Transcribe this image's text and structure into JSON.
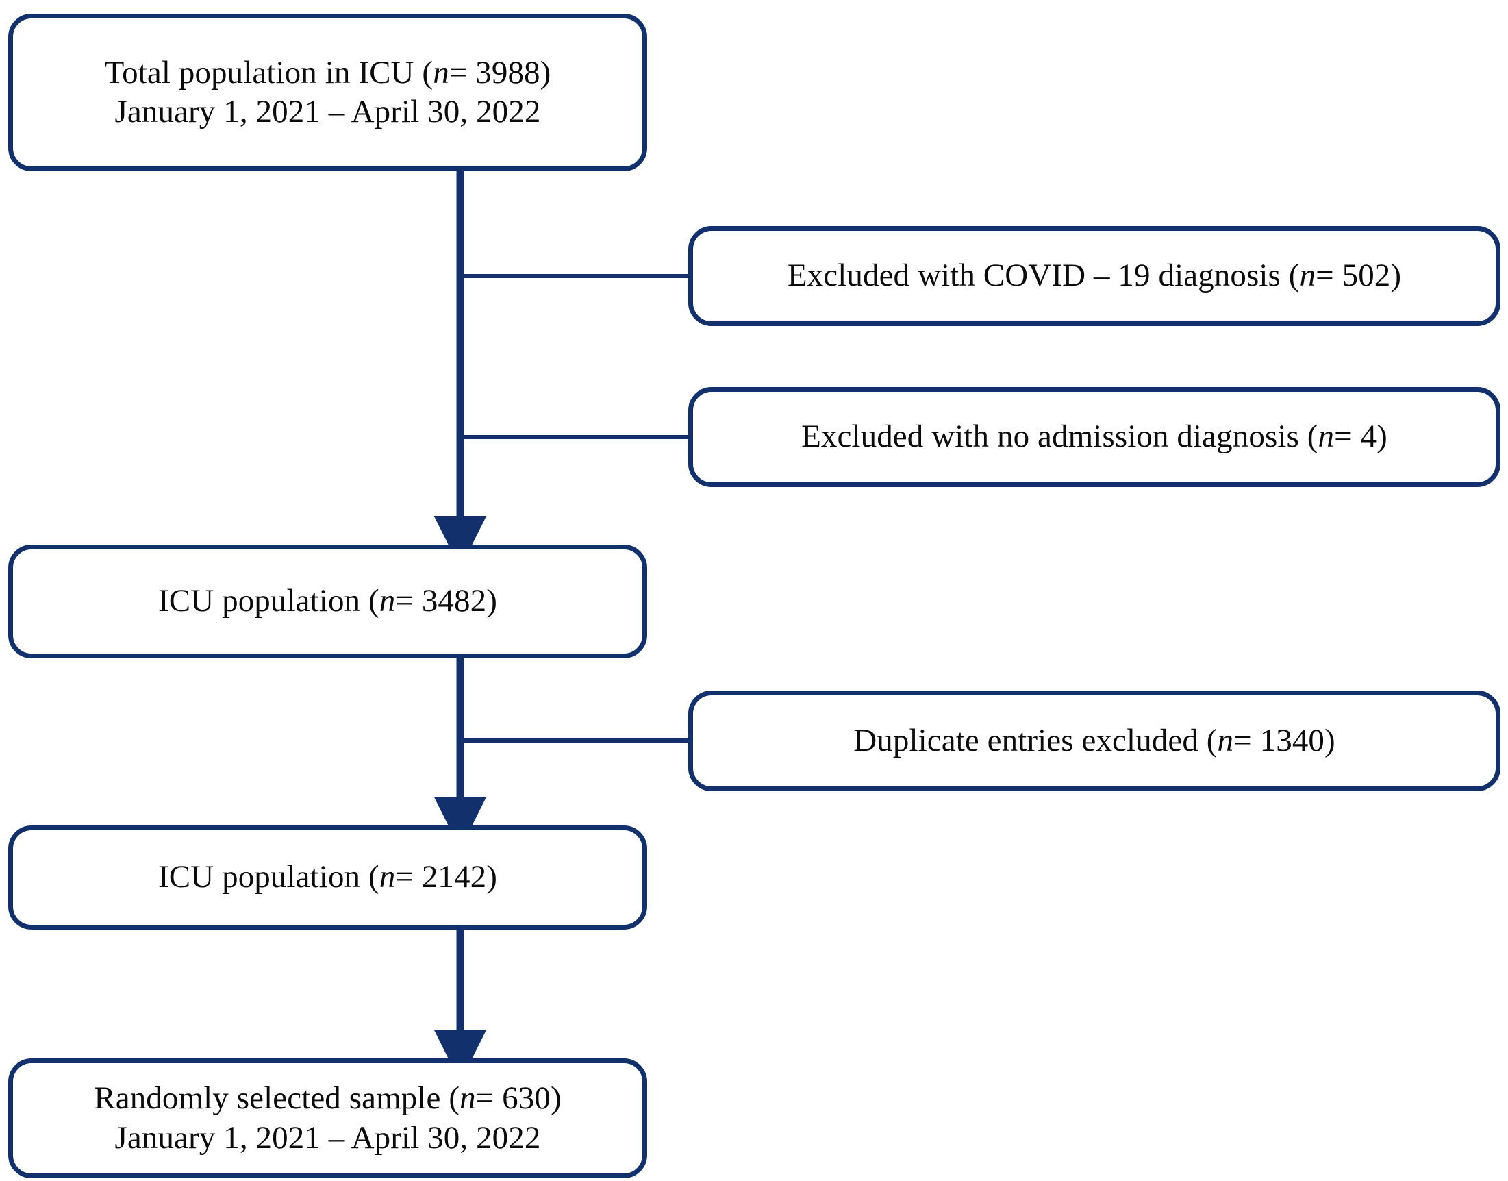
{
  "diagram": {
    "title": "ICU study population selection flowchart",
    "type": "flowchart",
    "colors": {
      "border": "#12306b",
      "connector": "#12306b",
      "box_fill": "#ffffff",
      "text": "#0b0b0b",
      "background": "#ffffff"
    },
    "nodes": {
      "total_population": {
        "line1": "Total population in ICU (n= 3988)",
        "line2": "January 1, 2021 – April 30, 2022",
        "label_prefix": "Total population in ICU (",
        "n_symbol": "n",
        "n_value": "= 3988)",
        "count": 3988,
        "date_range": "January 1, 2021 – April 30, 2022"
      },
      "excluded_covid": {
        "label_prefix": "Excluded with COVID – 19 diagnosis (",
        "n_symbol": "n",
        "n_value": "= 502)",
        "count": 502,
        "full_text": "Excluded with COVID – 19 diagnosis (n= 502)"
      },
      "excluded_no_admission": {
        "label_prefix": "Excluded with no admission diagnosis (",
        "n_symbol": "n",
        "n_value": "= 4)",
        "count": 4,
        "full_text": "Excluded with no admission diagnosis (n= 4)"
      },
      "icu_population_3482": {
        "label_prefix": "ICU population (",
        "n_symbol": "n",
        "n_value": "= 3482)",
        "count": 3482,
        "full_text": "ICU population (n= 3482)"
      },
      "duplicates_excluded": {
        "label_prefix": "Duplicate entries excluded (",
        "n_symbol": "n",
        "n_value": "= 1340)",
        "count": 1340,
        "full_text": "Duplicate entries excluded (n= 1340)"
      },
      "icu_population_2142": {
        "label_prefix": "ICU population (",
        "n_symbol": "n",
        "n_value": "= 2142)",
        "count": 2142,
        "full_text": "ICU population (n= 2142)"
      },
      "random_sample": {
        "label_prefix": "Randomly selected sample (",
        "n_symbol": "n",
        "n_value": "= 630)",
        "count": 630,
        "date_range": "January 1, 2021 – April 30, 2022"
      }
    }
  },
  "chart_data": {
    "type": "flowchart",
    "title": "ICU study population selection flowchart",
    "steps": [
      {
        "id": "total_population",
        "label": "Total population in ICU",
        "n": 3988,
        "date_range": "January 1, 2021 – April 30, 2022",
        "kind": "population"
      },
      {
        "id": "excluded_covid",
        "label": "Excluded with COVID – 19 diagnosis",
        "n": 502,
        "kind": "exclusion"
      },
      {
        "id": "excluded_no_admission",
        "label": "Excluded with no admission diagnosis",
        "n": 4,
        "kind": "exclusion"
      },
      {
        "id": "icu_population_3482",
        "label": "ICU population",
        "n": 3482,
        "kind": "population"
      },
      {
        "id": "duplicates_excluded",
        "label": "Duplicate entries excluded",
        "n": 1340,
        "kind": "exclusion"
      },
      {
        "id": "icu_population_2142",
        "label": "ICU population",
        "n": 2142,
        "kind": "population"
      },
      {
        "id": "random_sample",
        "label": "Randomly selected sample",
        "n": 630,
        "date_range": "January 1, 2021 – April 30, 2022",
        "kind": "population"
      }
    ],
    "edges": [
      {
        "from": "total_population",
        "to": "excluded_covid",
        "style": "branch"
      },
      {
        "from": "total_population",
        "to": "excluded_no_admission",
        "style": "branch"
      },
      {
        "from": "total_population",
        "to": "icu_population_3482",
        "style": "arrow"
      },
      {
        "from": "icu_population_3482",
        "to": "duplicates_excluded",
        "style": "branch"
      },
      {
        "from": "icu_population_3482",
        "to": "icu_population_2142",
        "style": "arrow"
      },
      {
        "from": "icu_population_2142",
        "to": "random_sample",
        "style": "arrow"
      }
    ]
  }
}
